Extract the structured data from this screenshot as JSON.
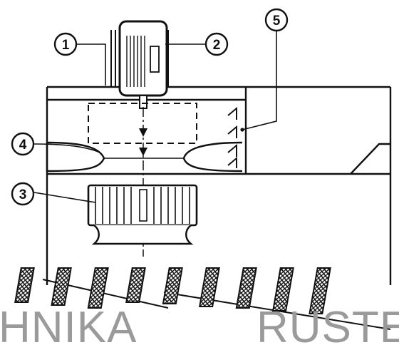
{
  "callouts": [
    {
      "id": "1",
      "label": "1"
    },
    {
      "id": "2",
      "label": "2"
    },
    {
      "id": "3",
      "label": "3"
    },
    {
      "id": "4",
      "label": "4"
    },
    {
      "id": "5",
      "label": "5"
    }
  ],
  "watermark": {
    "left": "HNIKA",
    "right": "RUSTE"
  },
  "colors": {
    "ink": "#111111",
    "watermark": "#9a9a9a",
    "background": "#ffffff"
  },
  "filters": {
    "count": 9
  }
}
